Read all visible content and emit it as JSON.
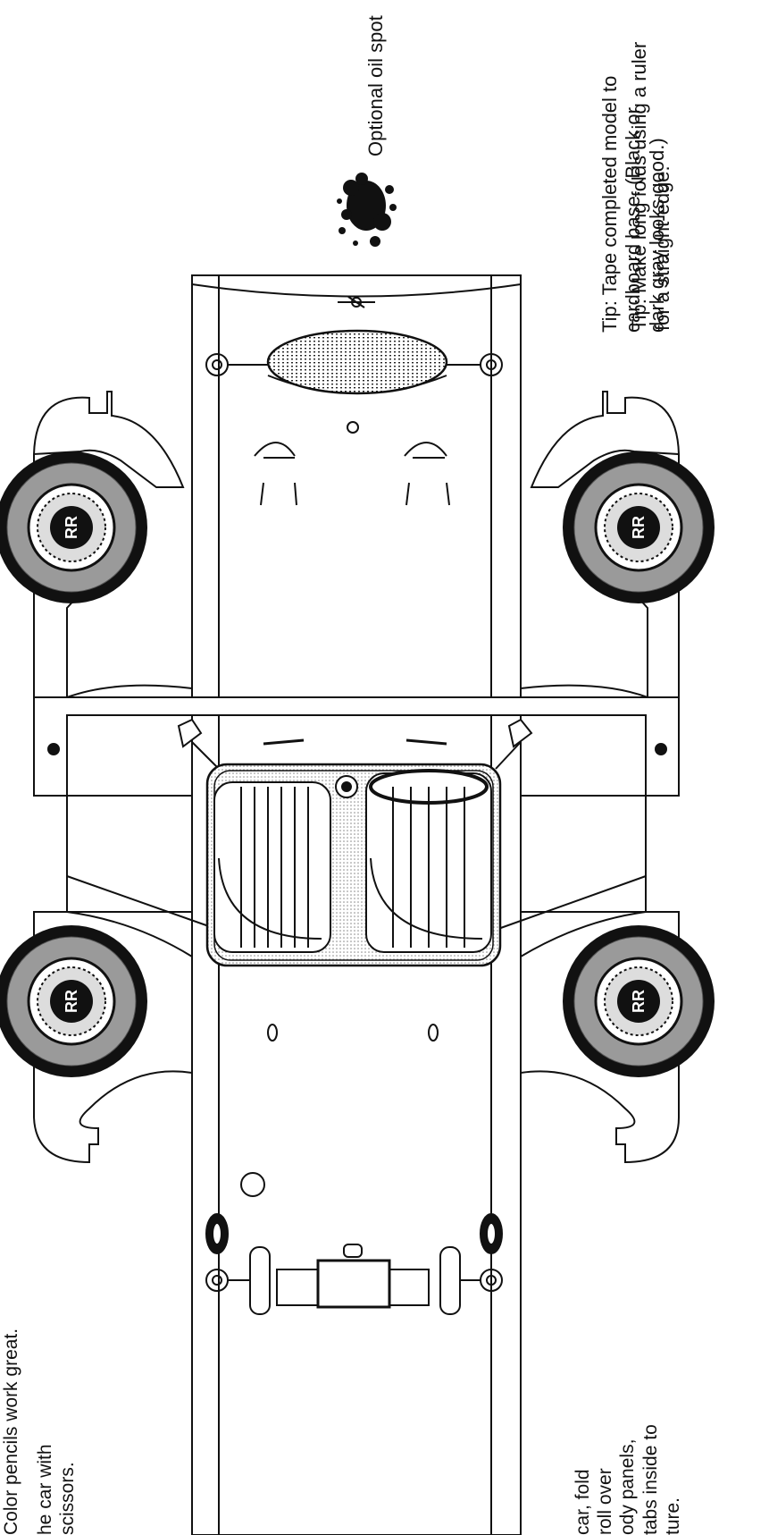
{
  "tips": {
    "color_pencils": "Color pencils work great.",
    "cut_out_line1": "he car with",
    "cut_out_line2": "scissors.",
    "long_folds_line1": "Tip: Make long folds using a ruler",
    "long_folds_line2": "for a straight-edge.",
    "oil_spot": "Optional oil spot",
    "tape_line1": "Tip: Tape completed model to",
    "tape_line2": "cardboard base. (Black or",
    "tape_line3": "dark gray looks good.)",
    "fold_line1": "car, fold",
    "fold_line2": "roll over",
    "fold_line3": "ody panels,",
    "fold_line4": "tabs inside to",
    "fold_line5": "ture."
  },
  "wheel_logo": "RR",
  "colors": {
    "ink": "#111111",
    "paper": "#ffffff",
    "tire": "#9a9a9a"
  }
}
